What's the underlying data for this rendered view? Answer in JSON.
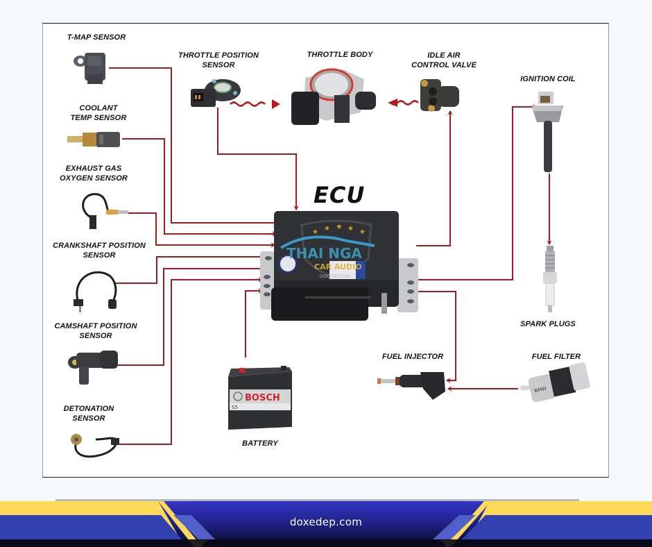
{
  "diagram": {
    "title": "ECU",
    "components": {
      "tmap_sensor": "T-MAP SENSOR",
      "coolant_temp_sensor": "COOLANT\nTEMP SENSOR",
      "exhaust_gas_oxygen_sensor": "EXHAUST GAS\nOXYGEN SENSOR",
      "crankshaft_position_sensor": "CRANKSHAFT POSITION\nSENSOR",
      "camshaft_position_sensor": "CAMSHAFT POSITION\nSENSOR",
      "detonation_sensor": "DETONATION\nSENSOR",
      "throttle_position_sensor": "THROTTLE POSITION\nSENSOR",
      "throttle_body": "THROTTLE BODY",
      "idle_air_control_valve": "IDLE AIR\nCONTROL VALVE",
      "ignition_coil": "IGNITION COIL",
      "spark_plugs": "SPARK PLUGS",
      "fuel_injector": "FUEL INJECTOR",
      "fuel_filter": "FUEL FILTER",
      "battery": "BATTERY"
    },
    "battery_brand": "BOSCH",
    "battery_model": "S5",
    "fuel_filter_brand": "BMW",
    "watermark": {
      "line1": "THAI NGA",
      "line2": "CAR AUDIO",
      "line3": "DOXEDEP.COM"
    },
    "connections": [
      {
        "from": "T-MAP SENSOR",
        "to": "ECU"
      },
      {
        "from": "COOLANT TEMP SENSOR",
        "to": "ECU"
      },
      {
        "from": "EXHAUST GAS OXYGEN SENSOR",
        "to": "ECU"
      },
      {
        "from": "CRANKSHAFT POSITION SENSOR",
        "to": "ECU"
      },
      {
        "from": "CAMSHAFT POSITION SENSOR",
        "to": "ECU"
      },
      {
        "from": "DETONATION SENSOR",
        "to": "ECU"
      },
      {
        "from": "THROTTLE POSITION SENSOR",
        "to": "ECU"
      },
      {
        "from": "THROTTLE POSITION SENSOR",
        "to": "THROTTLE BODY"
      },
      {
        "from": "IDLE AIR CONTROL VALVE",
        "to": "THROTTLE BODY"
      },
      {
        "from": "ECU",
        "to": "IDLE AIR CONTROL VALVE"
      },
      {
        "from": "ECU",
        "to": "IGNITION COIL"
      },
      {
        "from": "IGNITION COIL",
        "to": "SPARK PLUGS"
      },
      {
        "from": "ECU",
        "to": "FUEL INJECTOR"
      },
      {
        "from": "FUEL FILTER",
        "to": "FUEL INJECTOR"
      },
      {
        "from": "BATTERY",
        "to": "ECU"
      }
    ],
    "colors": {
      "wire": "#9b1b1e",
      "background": "#ffffff",
      "page": "#f5f9fb"
    }
  },
  "footer": {
    "site": "doxedep.com",
    "colors": {
      "navy": "#2e2fbf",
      "dark": "#0c0c2a",
      "yellow": "#ffd95a",
      "blue_band": "#3340b0"
    }
  }
}
